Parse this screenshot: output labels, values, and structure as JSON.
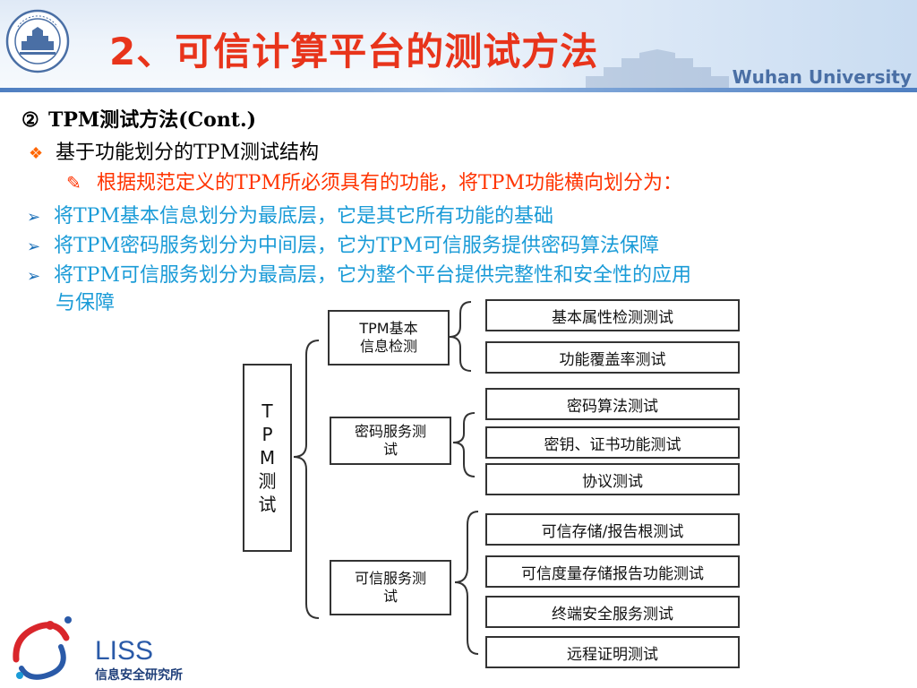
{
  "header": {
    "title": "2、可信计算平台的测试方法",
    "university_en": "Wuhan University"
  },
  "content": {
    "line1": {
      "marker": "②",
      "text": "TPM测试方法(Cont.)"
    },
    "line2": {
      "marker": "❖",
      "text": "基于功能划分的TPM测试结构"
    },
    "line3": {
      "marker": "✎",
      "text": "根据规范定义的TPM所必须具有的功能，将TPM功能横向划分为："
    },
    "line4": {
      "marker": "➢",
      "text": "将TPM基本信息划分为最底层，它是其它所有功能的基础"
    },
    "line5": {
      "marker": "➢",
      "text": "将TPM密码服务划分为中间层，它为TPM可信服务提供密码算法保障"
    },
    "line6": {
      "marker": "➢",
      "text": "将TPM可信服务划分为最高层，它为整个平台提供完整性和安全性的应用"
    },
    "line7": {
      "text": "与保障"
    }
  },
  "diagram": {
    "root": [
      "T",
      "P",
      "M",
      "测",
      "试"
    ],
    "groups": [
      {
        "label_1": "TPM基本",
        "label_2": "信息检测",
        "leaves": [
          "基本属性检测测试",
          "功能覆盖率测试"
        ]
      },
      {
        "label_1": "密码服务测",
        "label_2": "试",
        "leaves": [
          "密码算法测试",
          "密钥、证书功能测试",
          "协议测试"
        ]
      },
      {
        "label_1": "可信服务测",
        "label_2": "试",
        "leaves": [
          "可信存储/报告根测试",
          "可信度量存储报告功能测试",
          "终端安全服务测试",
          "远程证明测试"
        ]
      }
    ]
  },
  "footer": {
    "logo_text": "LISS",
    "logo_subtitle": "信息安全研究所"
  },
  "colors": {
    "title": "#e8341b",
    "bullet_blue": "#1a9bd7",
    "sub_red": "#ff3300",
    "diamond": "#ff6600"
  }
}
